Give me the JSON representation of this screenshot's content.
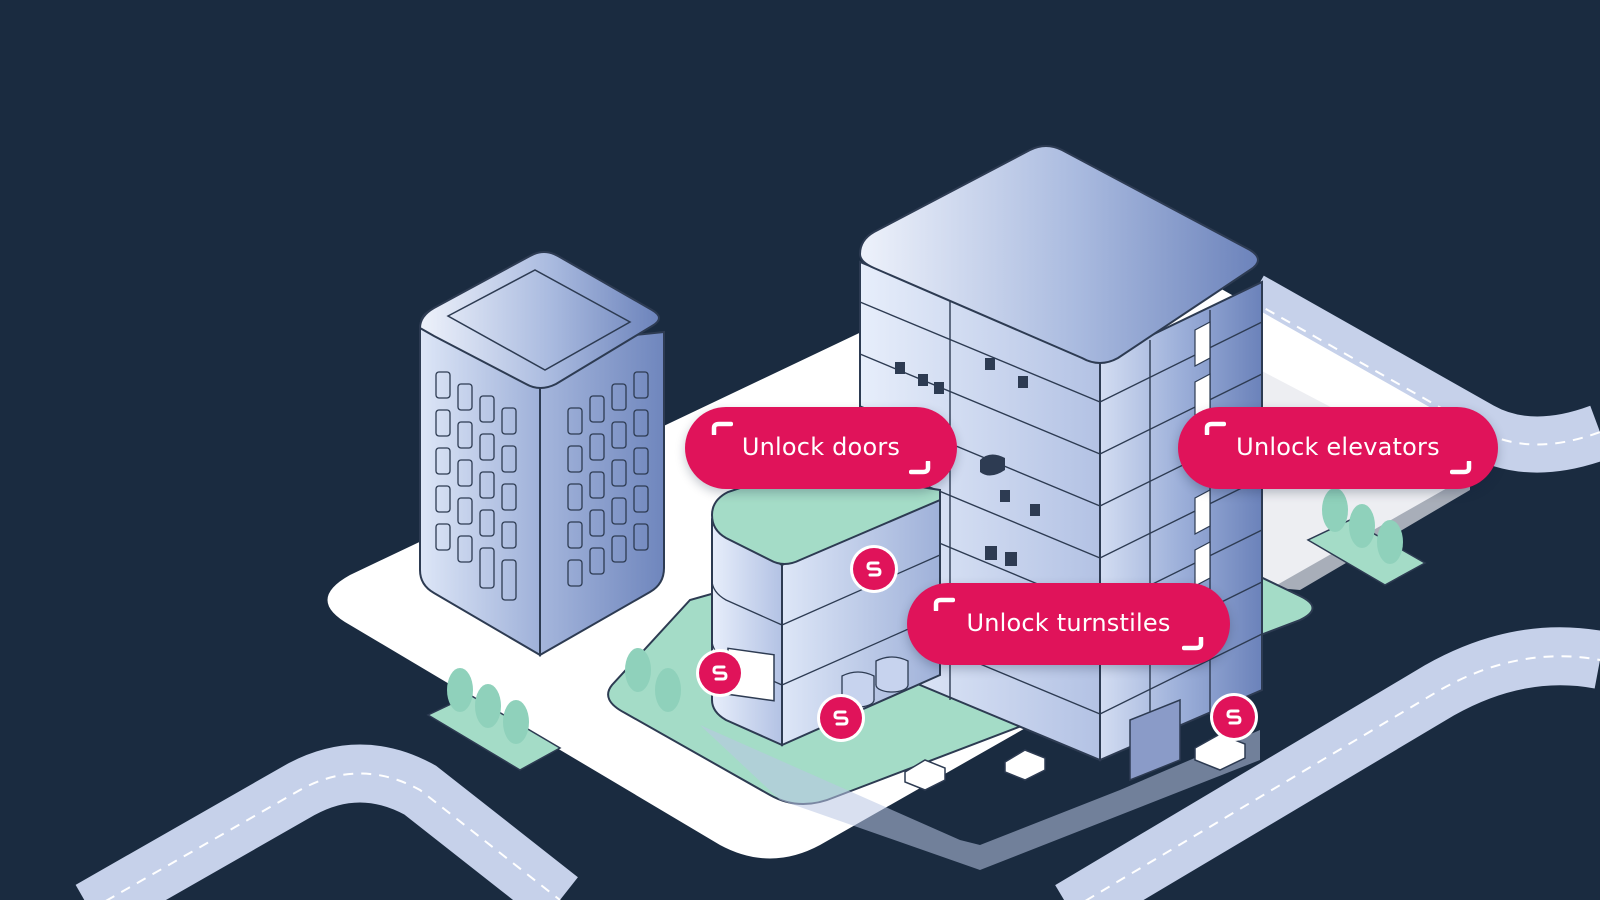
{
  "callouts": {
    "doors": "Unlock doors",
    "elevators": "Unlock elevators",
    "turnstiles": "Unlock turnstiles"
  },
  "icons": {
    "callout_corner": "bracket-corner-icon",
    "reader": "access-reader-icon"
  },
  "colors": {
    "background": "#1a2b40",
    "accent": "#e0135a",
    "building": "#8da2cf",
    "plaza": "#a4dcc7",
    "road": "#c6d1ea",
    "ground": "#ffffff"
  }
}
